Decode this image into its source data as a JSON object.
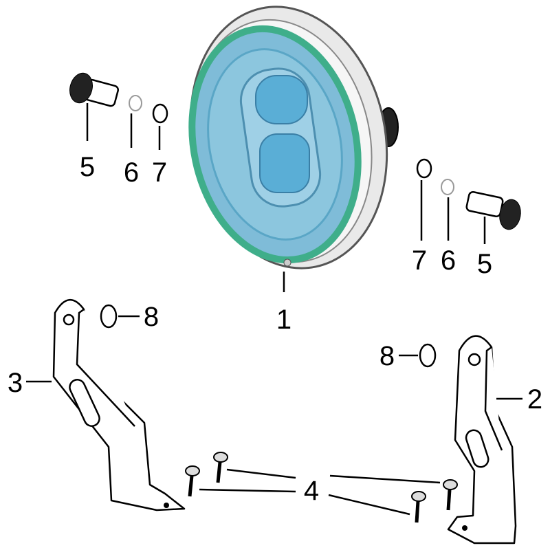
{
  "title": "Headlight assembly exploded parts diagram",
  "callouts": {
    "headlight": "1",
    "bracket_right": "2",
    "bracket_left": "3",
    "screw": "4",
    "bolt_left": "5",
    "washer_small_left": "6",
    "washer_large_left": "7",
    "bolt_right": "5",
    "washer_small_right": "6",
    "washer_large_right": "7",
    "washer_8_left": "8",
    "washer_8_right": "8"
  },
  "colors": {
    "lens": "#6fb6d6",
    "ring": "#3fae8a",
    "rim": "#e8e8e8"
  }
}
